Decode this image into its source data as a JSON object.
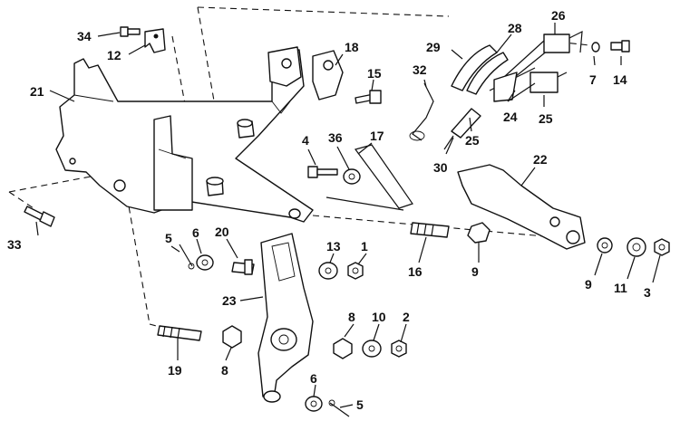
{
  "callouts": [
    {
      "id": "c34",
      "label": "34"
    },
    {
      "id": "c12",
      "label": "12"
    },
    {
      "id": "c21",
      "label": "21"
    },
    {
      "id": "c18",
      "label": "18"
    },
    {
      "id": "c15",
      "label": "15"
    },
    {
      "id": "c29",
      "label": "29"
    },
    {
      "id": "c28",
      "label": "28"
    },
    {
      "id": "c26",
      "label": "26"
    },
    {
      "id": "c7",
      "label": "7"
    },
    {
      "id": "c14",
      "label": "14"
    },
    {
      "id": "c32",
      "label": "32"
    },
    {
      "id": "c24",
      "label": "24"
    },
    {
      "id": "c25a",
      "label": "25"
    },
    {
      "id": "c25b",
      "label": "25"
    },
    {
      "id": "c30",
      "label": "30"
    },
    {
      "id": "c4",
      "label": "4"
    },
    {
      "id": "c36",
      "label": "36"
    },
    {
      "id": "c17",
      "label": "17"
    },
    {
      "id": "c22",
      "label": "22"
    },
    {
      "id": "c33",
      "label": "33"
    },
    {
      "id": "c5a",
      "label": "5"
    },
    {
      "id": "c6a",
      "label": "6"
    },
    {
      "id": "c20",
      "label": "20"
    },
    {
      "id": "c13",
      "label": "13"
    },
    {
      "id": "c1",
      "label": "1"
    },
    {
      "id": "c16",
      "label": "16"
    },
    {
      "id": "c9a",
      "label": "9"
    },
    {
      "id": "c9b",
      "label": "9"
    },
    {
      "id": "c11",
      "label": "11"
    },
    {
      "id": "c3",
      "label": "3"
    },
    {
      "id": "c23",
      "label": "23"
    },
    {
      "id": "c8a",
      "label": "8"
    },
    {
      "id": "c10",
      "label": "10"
    },
    {
      "id": "c2",
      "label": "2"
    },
    {
      "id": "c19",
      "label": "19"
    },
    {
      "id": "c8b",
      "label": "8"
    },
    {
      "id": "c6b",
      "label": "6"
    },
    {
      "id": "c5b",
      "label": "5"
    }
  ]
}
